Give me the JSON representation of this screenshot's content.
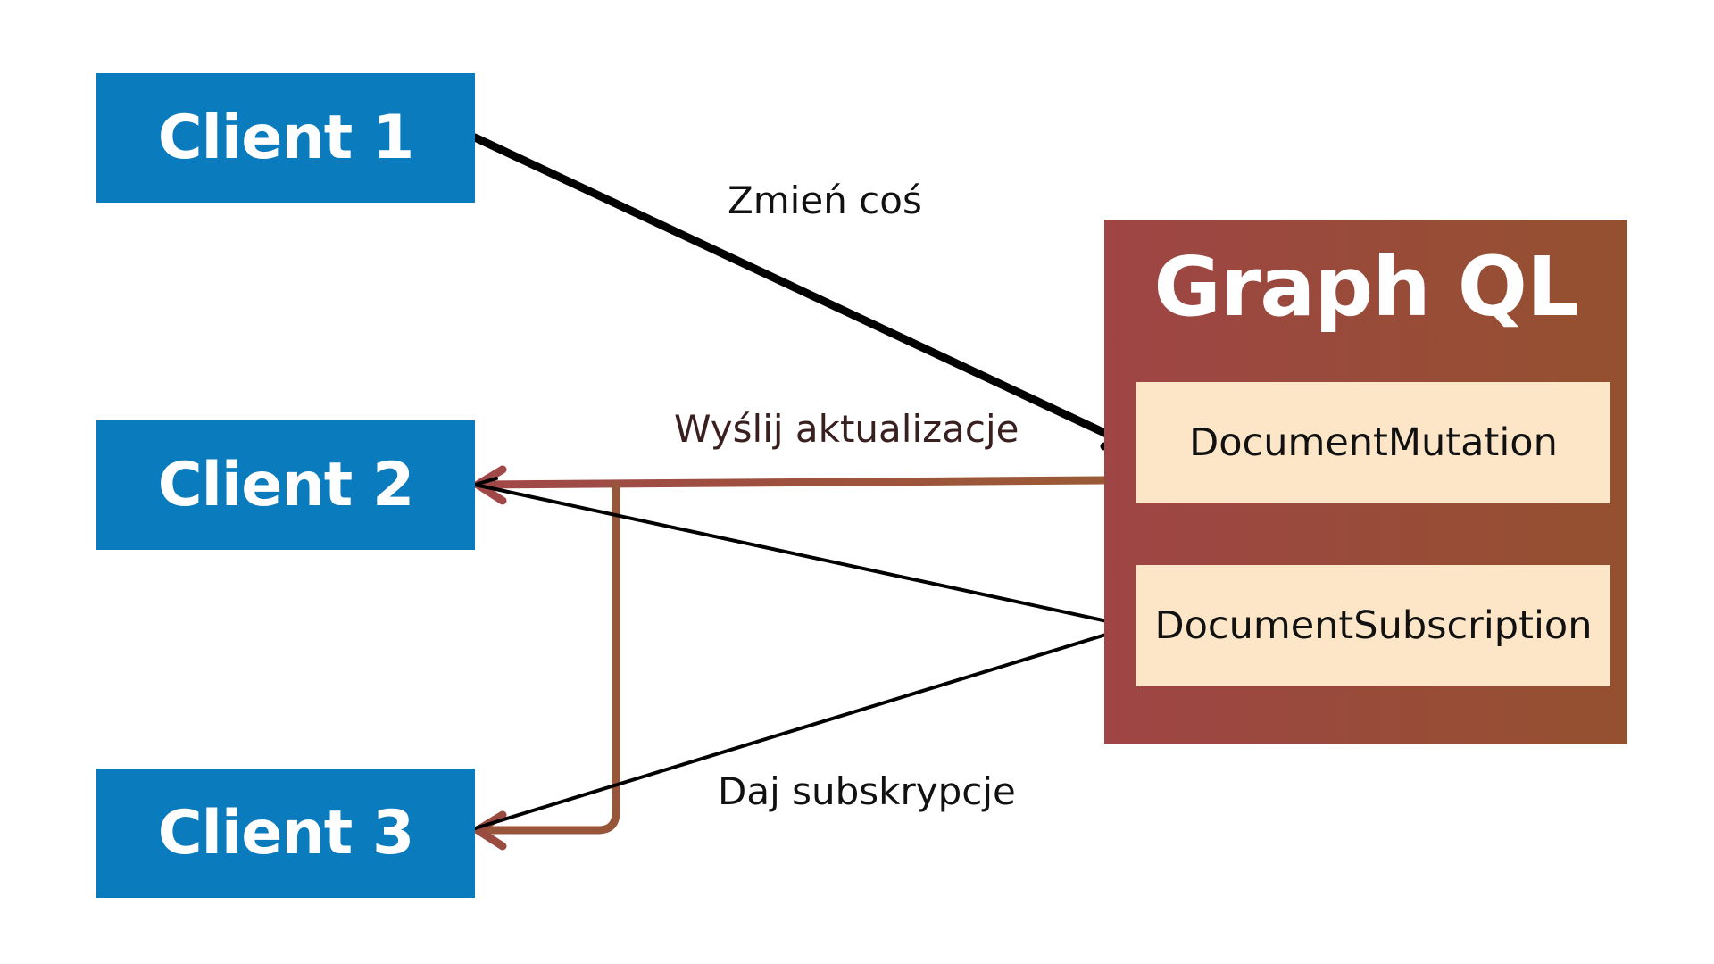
{
  "clients": [
    {
      "label": "Client 1"
    },
    {
      "label": "Client 2"
    },
    {
      "label": "Client 3"
    }
  ],
  "server": {
    "title": "Graph QL",
    "operations": [
      {
        "label": "DocumentMutation"
      },
      {
        "label": "DocumentSubscription"
      }
    ]
  },
  "edges": {
    "change_label": "Zmień coś",
    "updates_label": "Wyślij aktualizacje",
    "subscribe_label": "Daj subskrypcje"
  },
  "colors": {
    "client_box": "#0a7bbd",
    "server_gradient_start": "#9e4545",
    "server_gradient_end": "#94512f",
    "operation_box": "#fde6c8",
    "arrow_black": "#000000",
    "arrow_brown": "#9b5236"
  }
}
